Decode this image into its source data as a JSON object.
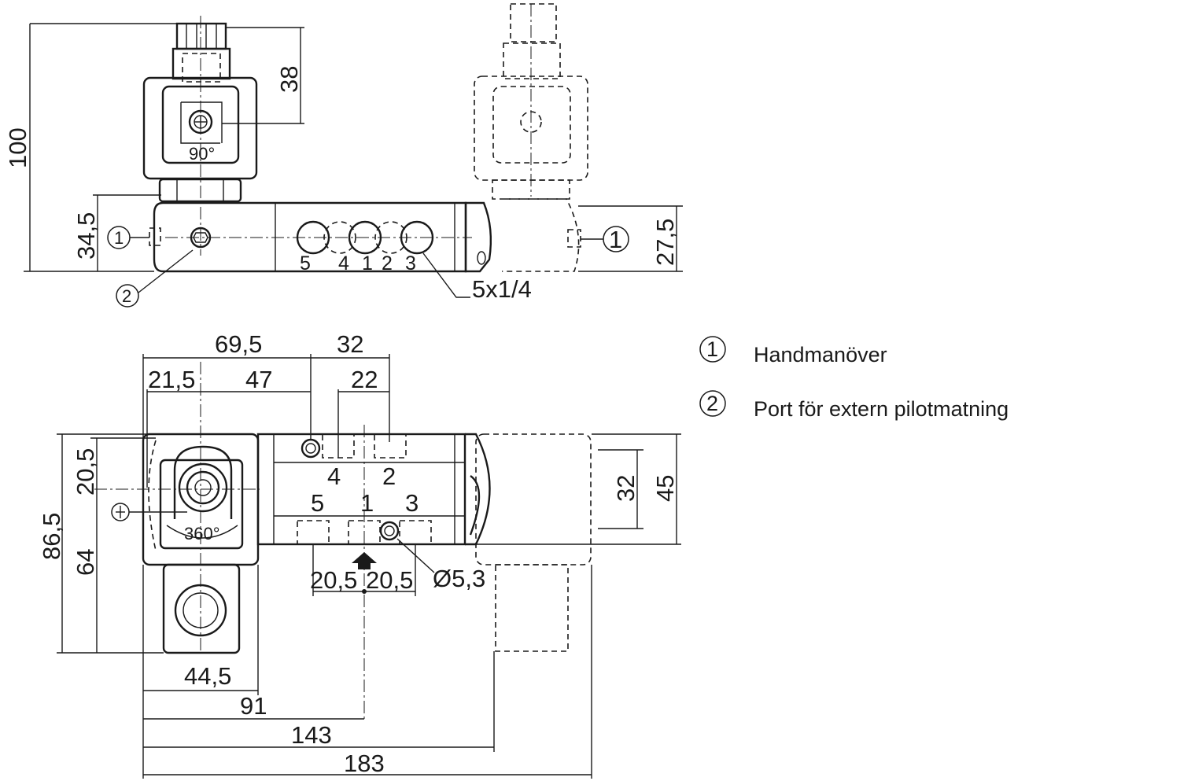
{
  "side_view": {
    "dim_100": "100",
    "dim_38": "38",
    "dim_34_5": "34,5",
    "dim_27_5": "27,5",
    "angle_90": "90°",
    "port_labels": [
      "5",
      "4",
      "1",
      "2",
      "3"
    ],
    "thread_callout": "5x1/4",
    "callout_1": "1",
    "callout_2": "2"
  },
  "top_view": {
    "dim_69_5": "69,5",
    "dim_32_top": "32",
    "dim_21_5": "21,5",
    "dim_47": "47",
    "dim_22": "22",
    "dim_20_5_left": "20,5",
    "dim_86_5": "86,5",
    "dim_64": "64",
    "dim_32_right": "32",
    "dim_45": "45",
    "dim_20_5_a": "20,5",
    "dim_20_5_b": "20,5",
    "dim_hole": "Ø5,3",
    "angle_360": "360°",
    "port_labels_upper": [
      "4",
      "2"
    ],
    "port_labels_lower": [
      "5",
      "1",
      "3"
    ],
    "dim_44_5": "44,5",
    "dim_91": "91",
    "dim_143": "143",
    "dim_183": "183"
  },
  "legend": [
    {
      "number": "1",
      "text": "Handmanöver"
    },
    {
      "number": "2",
      "text": "Port för extern pilotmatning"
    }
  ]
}
